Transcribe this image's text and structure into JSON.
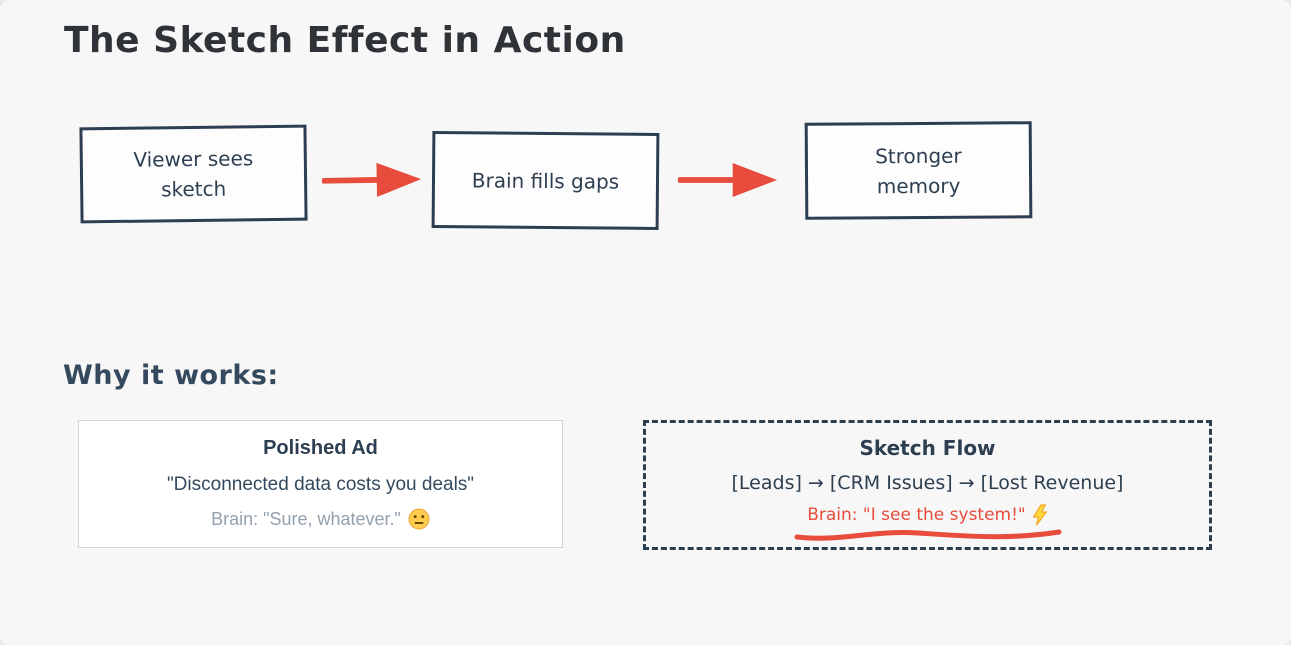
{
  "title": "The Sketch Effect in Action",
  "flow_diagram": {
    "steps": [
      {
        "label": "Viewer sees sketch"
      },
      {
        "label": "Brain fills gaps"
      },
      {
        "label": "Stronger memory"
      }
    ],
    "connector_icon": "red-arrow-right"
  },
  "why_section": {
    "heading": "Why it works:",
    "polished_card": {
      "title": "Polished Ad",
      "quote": "\"Disconnected data costs you deals\"",
      "brain_reaction": "Brain: \"Sure, whatever.\"",
      "emoji": "neutral-face"
    },
    "sketch_card": {
      "title": "Sketch Flow",
      "flow_text": "[Leads] → [CRM Issues] → [Lost Revenue]",
      "brain_reaction": "Brain: \"I see the system!\"",
      "emoji": "lightning-bolt",
      "underline_style": "red-wavy"
    }
  },
  "colors": {
    "background": "#f7f7f8",
    "title_charcoal": "#2f3337",
    "ink_navy": "#2c3e50",
    "accent_red": "#e74c3c",
    "muted_gray": "#93a0ad",
    "card_border_gray": "#cfd4da",
    "emoji_yellow": "#ffcc4d",
    "bolt_yellow": "#ffd83d"
  }
}
